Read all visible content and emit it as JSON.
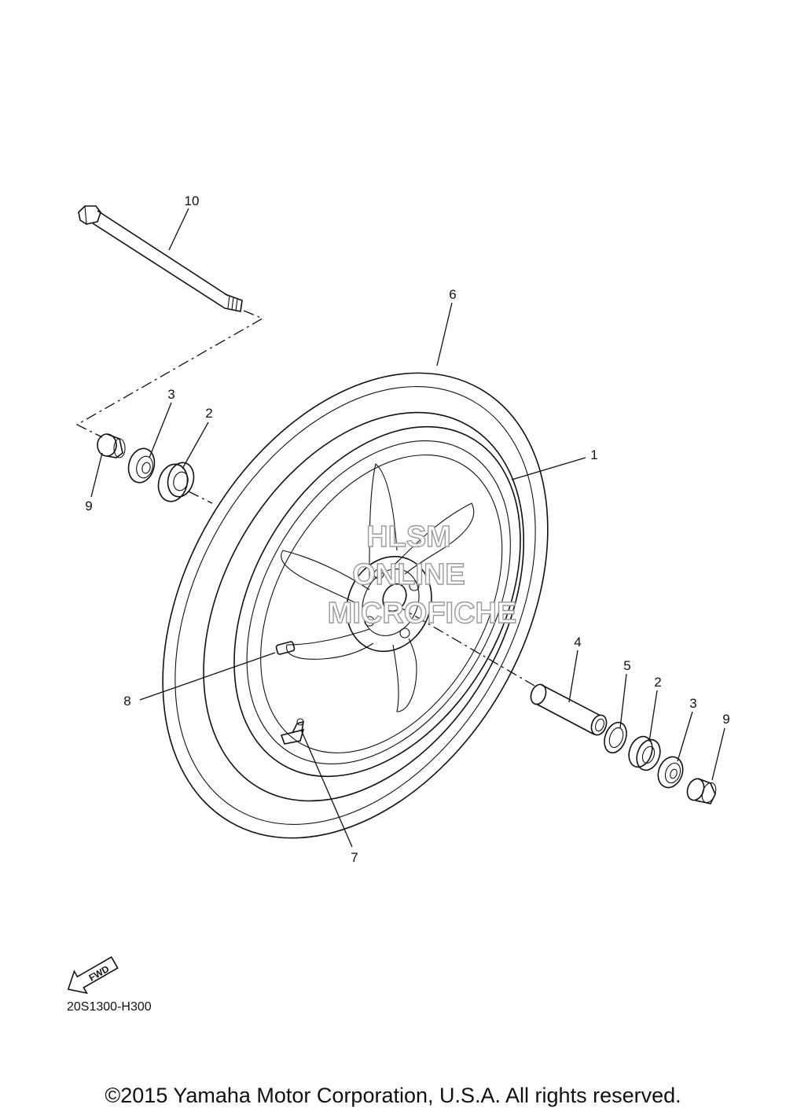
{
  "callouts": {
    "axle": "10",
    "tire": "6",
    "collar_left": "3",
    "bearing_left": "2",
    "spacer_left": "9",
    "wheel": "1",
    "sleeve": "4",
    "seal": "5",
    "bearing_right": "2",
    "collar_right": "3",
    "spacer_right": "9",
    "balance_weight": "8",
    "valve": "7"
  },
  "watermark": {
    "line1": "HLSM",
    "line2": "ONLINE",
    "line3": "MICROFICHE"
  },
  "fwd_badge": "FWD",
  "reference_code": "20S1300-H300",
  "copyright": "©2015 Yamaha Motor Corporation, U.S.A. All rights reserved."
}
